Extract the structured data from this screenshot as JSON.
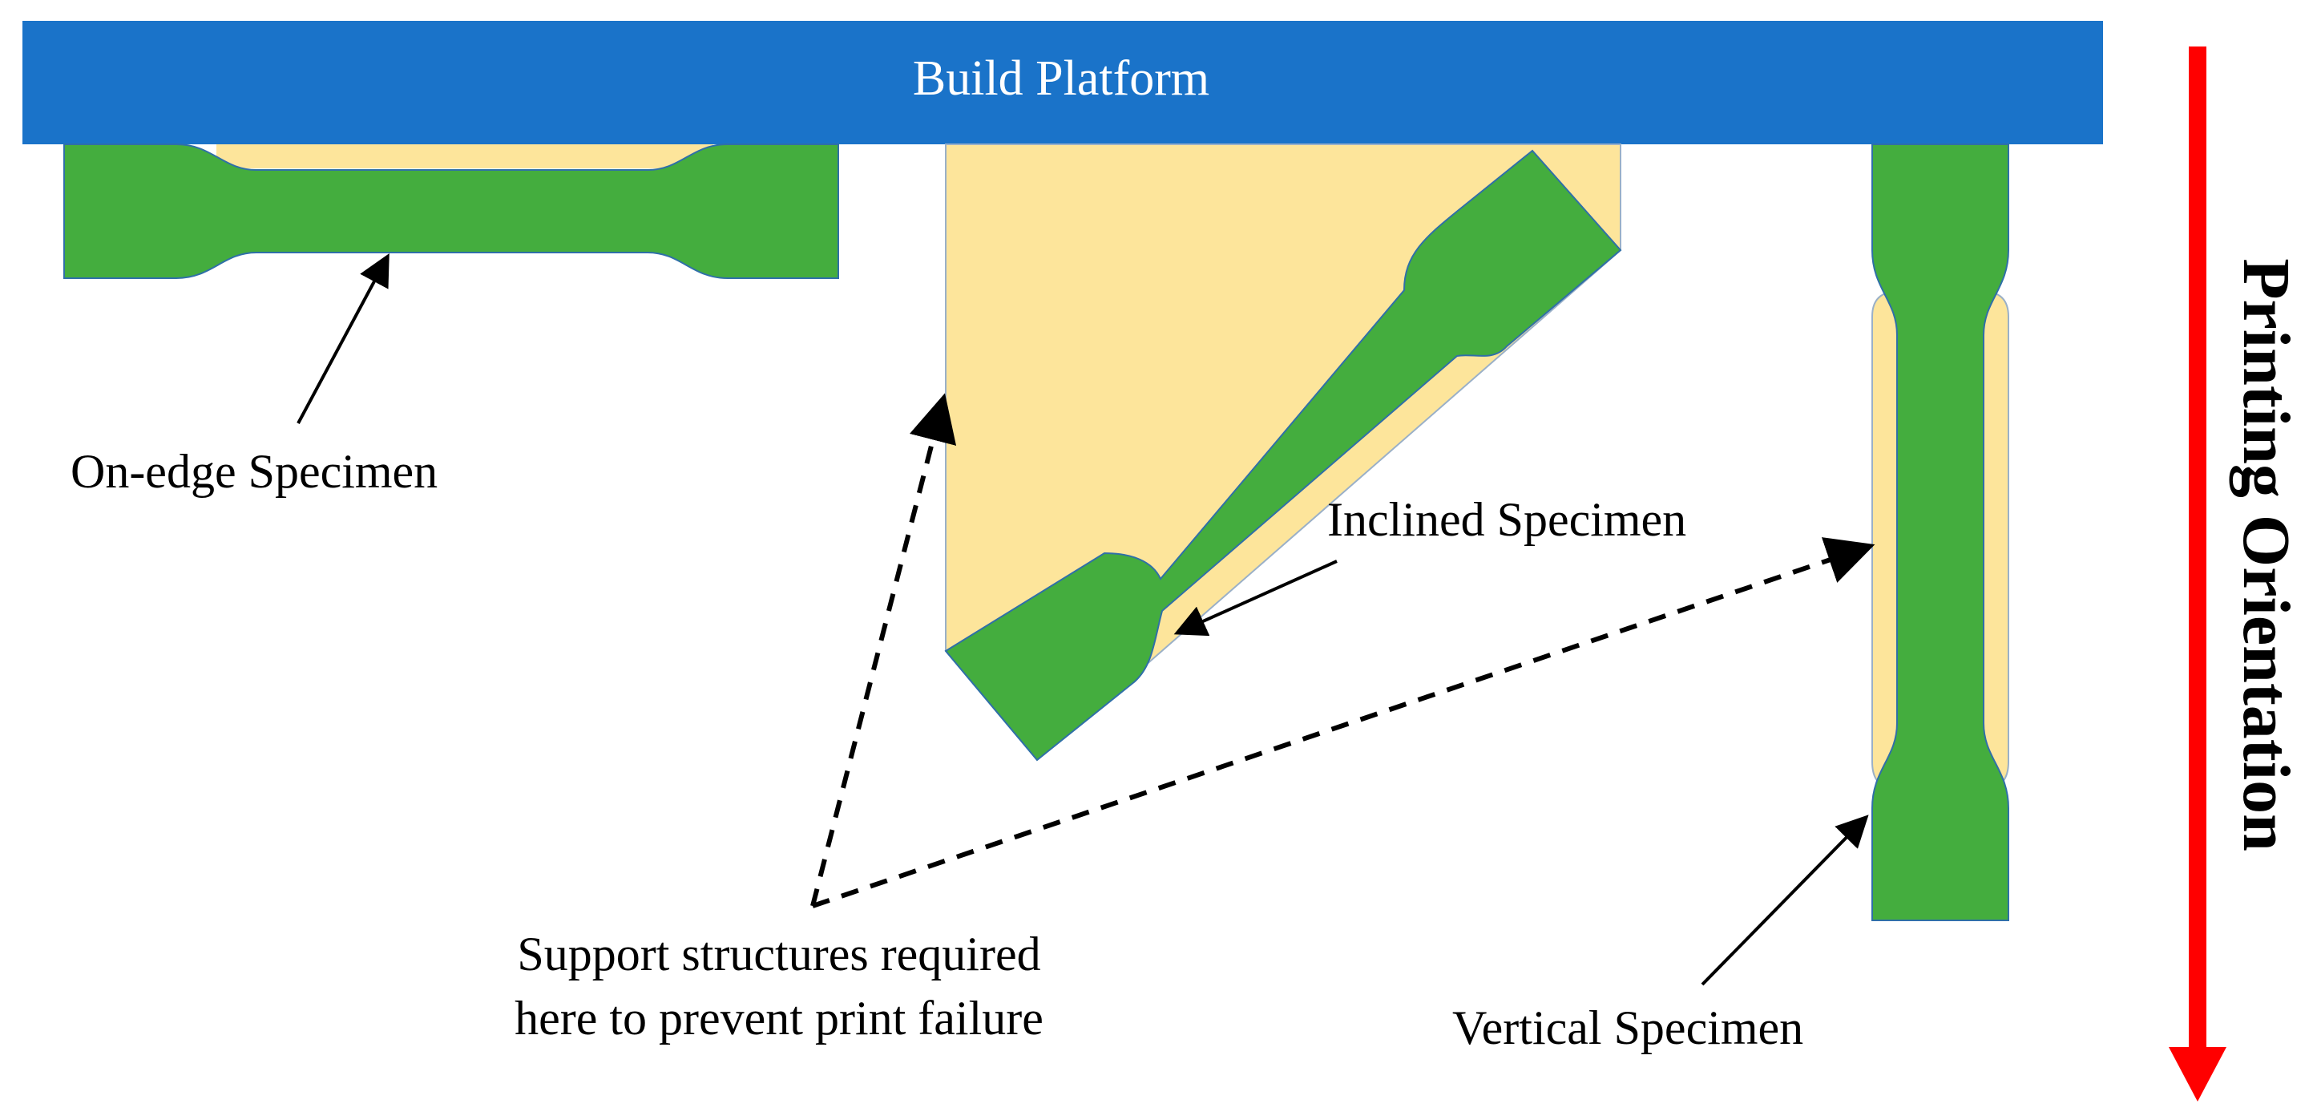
{
  "colors": {
    "platform": "#1a73c9",
    "platform_text": "#ffffff",
    "specimen": "#44ad3e",
    "specimen_edge": "#2f6fa8",
    "support": "#fde59b",
    "support_edge": "#9ab0c8",
    "arrow": "#000000",
    "orientation_arrow": "#ff0000",
    "text": "#000000"
  },
  "platform": {
    "label": "Build Platform"
  },
  "orientation": {
    "label": "Printing Orientation"
  },
  "labels": {
    "on_edge": "On-edge Specimen",
    "inclined": "Inclined Specimen",
    "vertical": "Vertical Specimen",
    "support_line1": "Support structures required",
    "support_line2": "here to prevent print failure"
  }
}
